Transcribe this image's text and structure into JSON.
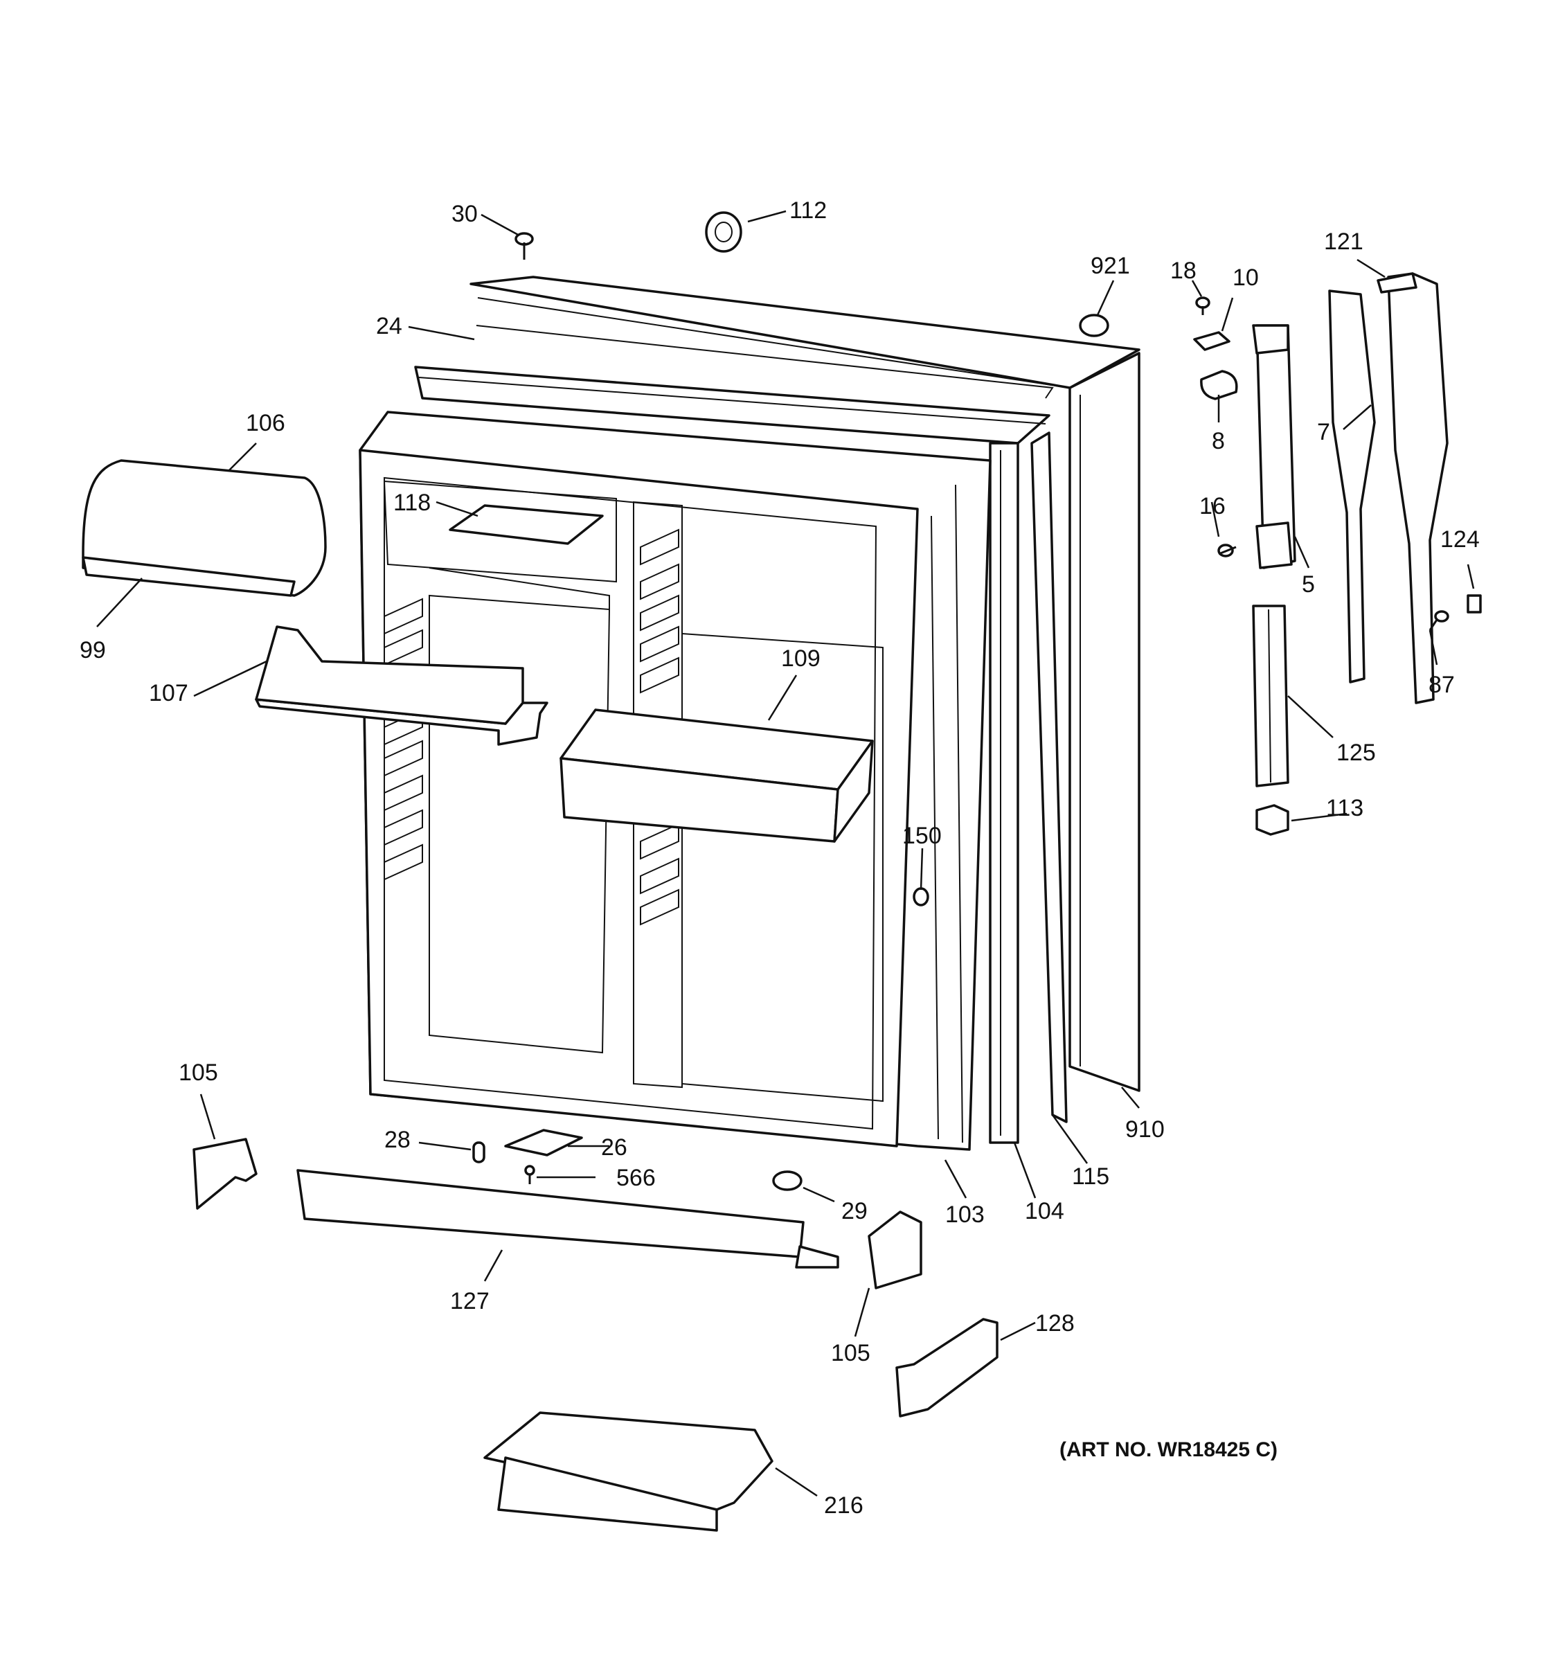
{
  "diagram": {
    "callouts": [
      {
        "id": "30",
        "label": "30"
      },
      {
        "id": "112",
        "label": "112"
      },
      {
        "id": "921",
        "label": "921"
      },
      {
        "id": "18",
        "label": "18"
      },
      {
        "id": "10",
        "label": "10"
      },
      {
        "id": "121",
        "label": "121"
      },
      {
        "id": "24",
        "label": "24"
      },
      {
        "id": "106",
        "label": "106"
      },
      {
        "id": "118",
        "label": "118"
      },
      {
        "id": "8",
        "label": "8"
      },
      {
        "id": "7",
        "label": "7"
      },
      {
        "id": "16",
        "label": "16"
      },
      {
        "id": "5",
        "label": "5"
      },
      {
        "id": "124",
        "label": "124"
      },
      {
        "id": "99",
        "label": "99"
      },
      {
        "id": "107",
        "label": "107"
      },
      {
        "id": "109",
        "label": "109"
      },
      {
        "id": "87",
        "label": "87"
      },
      {
        "id": "125",
        "label": "125"
      },
      {
        "id": "113",
        "label": "113"
      },
      {
        "id": "150",
        "label": "150"
      },
      {
        "id": "105a",
        "label": "105"
      },
      {
        "id": "28",
        "label": "28"
      },
      {
        "id": "26",
        "label": "26"
      },
      {
        "id": "566",
        "label": "566"
      },
      {
        "id": "29",
        "label": "29"
      },
      {
        "id": "103",
        "label": "103"
      },
      {
        "id": "104",
        "label": "104"
      },
      {
        "id": "115",
        "label": "115"
      },
      {
        "id": "910",
        "label": "910"
      },
      {
        "id": "127",
        "label": "127"
      },
      {
        "id": "105b",
        "label": "105"
      },
      {
        "id": "128",
        "label": "128"
      },
      {
        "id": "216",
        "label": "216"
      }
    ],
    "art_number": "(ART NO. WR18425 C)"
  }
}
